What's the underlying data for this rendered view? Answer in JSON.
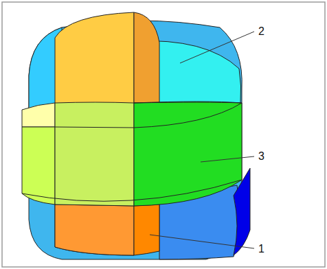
{
  "diagram": {
    "labels": [
      "2",
      "3",
      "1"
    ]
  }
}
